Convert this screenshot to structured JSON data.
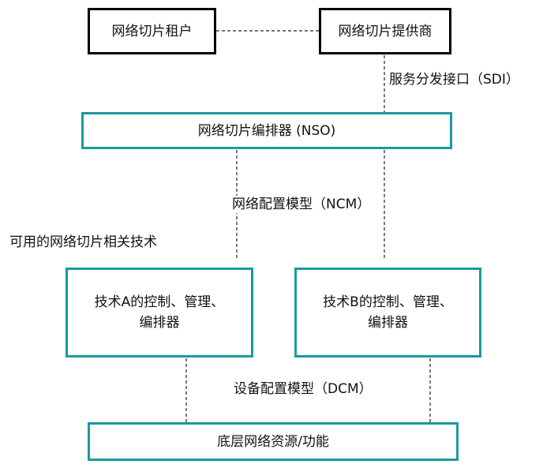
{
  "tenant": "网络切片租户",
  "provider": "网络切片提供商",
  "sdi_label": "服务分发接口（SDI）",
  "nso": "网络切片编排器 (NSO)",
  "ncm_label": "网络配置模型（NCM）",
  "techs_label": "可用的网络切片相关技术",
  "tech_a": {
    "line1": "技术A的控制、管理、",
    "line2": "编排器"
  },
  "tech_b": {
    "line1": "技术B的控制、管理、",
    "line2": "编排器"
  },
  "dcm_label": "设备配置模型（DCM）",
  "bottom": "底层网络资源/功能"
}
